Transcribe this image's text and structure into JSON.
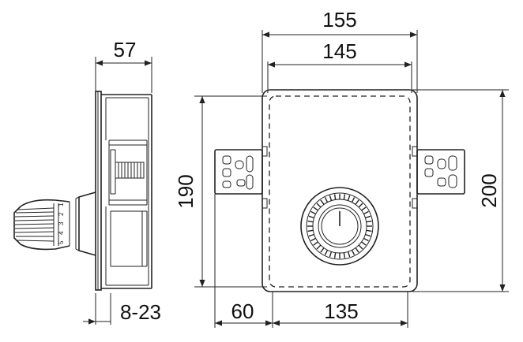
{
  "dimensions": {
    "side_depth": "57",
    "side_wall_range": "8-23",
    "front_outer_width": "155",
    "front_inner_width": "145",
    "front_inner_height": "190",
    "front_outer_height": "200",
    "bracket_offset": "60",
    "bracket_spacing": "135"
  },
  "knob_scale": [
    "1",
    "2",
    "3",
    "4",
    "5"
  ],
  "colors": {
    "line": "#222222",
    "background": "#ffffff"
  }
}
